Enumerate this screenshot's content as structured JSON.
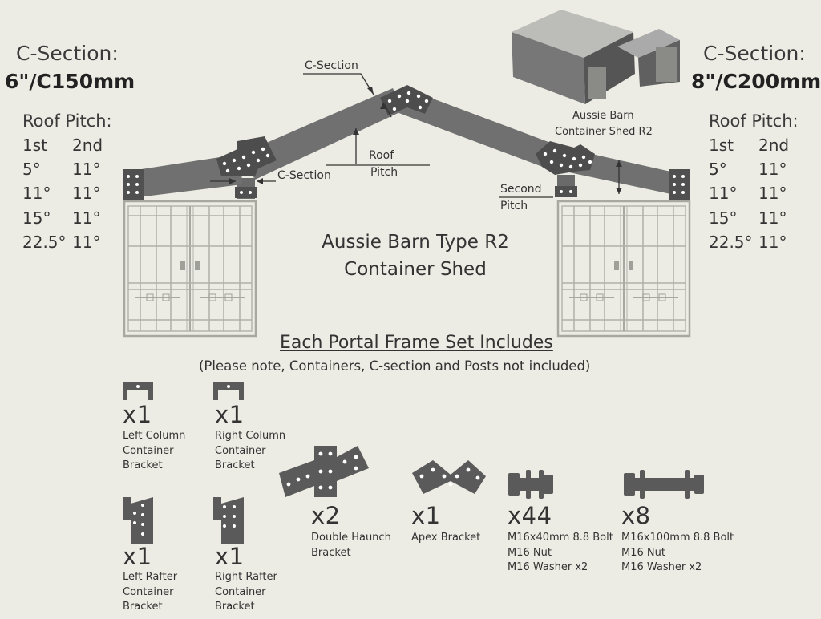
{
  "left": {
    "csection_label": "C-Section:",
    "csection_size": "6\"/C150mm",
    "roof_pitch_label": "Roof Pitch:",
    "col1_header": "1st",
    "col2_header": "2nd",
    "rows": [
      {
        "first": "5°",
        "second": "11°"
      },
      {
        "first": "11°",
        "second": "11°"
      },
      {
        "first": "15°",
        "second": "11°"
      },
      {
        "first": "22.5°",
        "second": "11°"
      }
    ]
  },
  "right": {
    "csection_label": "C-Section:",
    "csection_size": "8\"/C200mm",
    "roof_pitch_label": "Roof Pitch:",
    "col1_header": "1st",
    "col2_header": "2nd",
    "rows": [
      {
        "first": "5°",
        "second": "11°"
      },
      {
        "first": "11°",
        "second": "11°"
      },
      {
        "first": "15°",
        "second": "11°"
      },
      {
        "first": "22.5°",
        "second": "11°"
      }
    ]
  },
  "callouts": {
    "csection_top": "C-Section",
    "csection_mid": "C-Section",
    "roof": "Roof",
    "pitch": "Pitch",
    "second": "Second",
    "second_pitch": "Pitch",
    "product_caption_1": "Aussie Barn",
    "product_caption_2": "Container Shed R2"
  },
  "title": {
    "line1": "Aussie Barn Type R2",
    "line2": "Container Shed"
  },
  "includes": {
    "heading": "Each Portal Frame Set Includes",
    "note": "(Please note, Containers, C-section and Posts not included)"
  },
  "parts": [
    {
      "qty": "x1",
      "lines": [
        "Left Column",
        "Container",
        "Bracket"
      ],
      "icon": "left-column-bracket-icon"
    },
    {
      "qty": "x1",
      "lines": [
        "Right Column",
        "Container",
        "Bracket"
      ],
      "icon": "right-column-bracket-icon"
    },
    {
      "qty": "x1",
      "lines": [
        "Left Rafter",
        "Container",
        "Bracket"
      ],
      "icon": "left-rafter-bracket-icon"
    },
    {
      "qty": "x1",
      "lines": [
        "Right Rafter",
        "Container",
        "Bracket"
      ],
      "icon": "right-rafter-bracket-icon"
    },
    {
      "qty": "x2",
      "lines": [
        "Double Haunch",
        "Bracket"
      ],
      "icon": "double-haunch-bracket-icon"
    },
    {
      "qty": "x1",
      "lines": [
        "Apex Bracket"
      ],
      "icon": "apex-bracket-icon"
    },
    {
      "qty": "x44",
      "lines": [
        "M16x40mm 8.8 Bolt",
        "M16 Nut",
        "M16 Washer x2"
      ],
      "icon": "short-bolt-icon"
    },
    {
      "qty": "x8",
      "lines": [
        "M16x100mm 8.8 Bolt",
        "M16 Nut",
        "M16 Washer x2"
      ],
      "icon": "long-bolt-icon"
    }
  ],
  "colors": {
    "background": "#ecece4",
    "steel": "#6e6e6e",
    "bracket": "#555555",
    "container_line": "#a9a9a4"
  }
}
